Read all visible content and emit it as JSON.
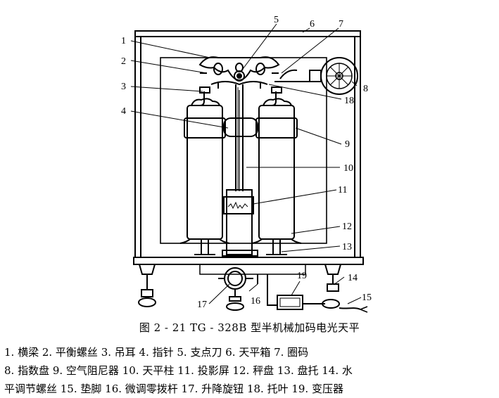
{
  "callouts": [
    "1",
    "2",
    "3",
    "4",
    "5",
    "6",
    "7",
    "8",
    "9",
    "10",
    "11",
    "12",
    "13",
    "14",
    "15",
    "16",
    "17",
    "18",
    "19"
  ],
  "caption": "图 2 - 21   TG - 328B 型半机械加码电光天平",
  "legend_lines": [
    "1. 横梁   2. 平衡螺丝   3. 吊耳   4. 指针   5. 支点刀   6. 天平箱   7. 圈码",
    "8. 指数盘   9. 空气阻尼器   10. 天平柱   11. 投影屏   12. 秤盘   13. 盘托   14. 水",
    "平调节螺丝   15. 垫脚   16. 微调零拨杆   17. 升降旋钮   18. 托叶   19. 变压器"
  ]
}
